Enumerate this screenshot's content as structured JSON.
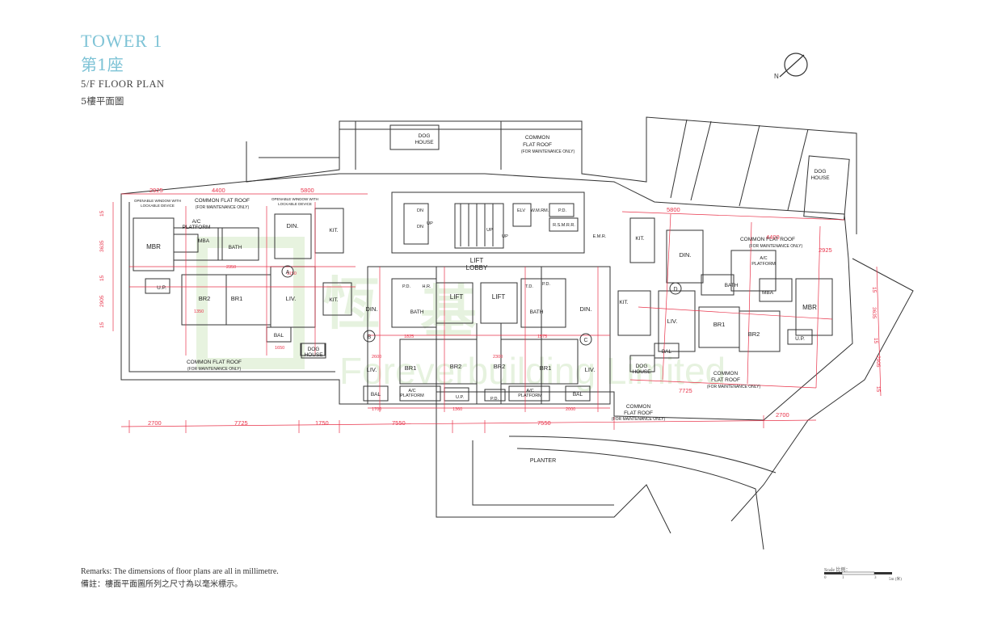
{
  "header": {
    "tower_en": "TOWER 1",
    "tower_zh": "第1座",
    "plan_en": "5/F FLOOR PLAN",
    "plan_zh": "5樓平面圖"
  },
  "remarks": {
    "en": "Remarks: The dimensions of floor plans are all in millimetre.",
    "zh": "備註：樓面平面圖所列之尺寸為以毫米標示。"
  },
  "scale": {
    "title": "Scale 比例：",
    "labels": [
      "0",
      "1",
      "3",
      "5m (米)"
    ]
  },
  "watermark": "Foreverbuilding Limited",
  "compass": {
    "label": "N",
    "icon": "north-arrow-icon"
  },
  "flats": [
    "A",
    "B",
    "C",
    "D"
  ],
  "labels": {
    "common_flat_roof": "COMMON FLAT ROOF",
    "common": "COMMON",
    "flat_roof": "FLAT ROOF",
    "maintenance": "(FOR MAINTENANCE ONLY)",
    "dog": "DOG",
    "house": "HOUSE",
    "lift_lobby_1": "LIFT",
    "lift_lobby_2": "LOBBY",
    "lift": "LIFT",
    "planter": "PLANTER",
    "mbr": "MBR",
    "bath": "BATH",
    "din": "DIN.",
    "kit": "KIT.",
    "liv": "LIV.",
    "br1": "BR1",
    "br2": "BR2",
    "bal": "BAL",
    "up": "U.P.",
    "mba": "MBA",
    "ac_platform_1": "A/C",
    "ac_platform_2": "PLATFORM",
    "pd": "P.D.",
    "hr": "H.R.",
    "td": "T.D.",
    "elv": "ELV",
    "wmr": "W.M.RM.",
    "rsmrr": "R.S.M.R.R.",
    "emr": "E.M.R.",
    "dn": "DN",
    "up_stair": "UP",
    "openable": "OPENABLE WINDOW WITH",
    "lockable": "LOCKABLE DEVICE"
  },
  "dimensions": {
    "bottom": [
      "2700",
      "7725",
      "1750",
      "7550",
      "7550",
      "2700",
      "7725"
    ],
    "top_left": [
      "2925",
      "4400",
      "5800"
    ],
    "top_right": [
      "5800",
      "4400",
      "2925"
    ],
    "left": [
      "15",
      "3635",
      "15",
      "2905",
      "15"
    ],
    "right": [
      "15",
      "3635",
      "15",
      "2905",
      "15"
    ],
    "small": [
      "1350",
      "2350",
      "1150",
      "2300",
      "2600",
      "1700",
      "2000",
      "1825",
      "1575",
      "1650",
      "1360"
    ]
  },
  "colors": {
    "title": "#7ec3d6",
    "dimension": "#e8334a",
    "linework": "#333333",
    "watermark": "#b9dca4"
  }
}
